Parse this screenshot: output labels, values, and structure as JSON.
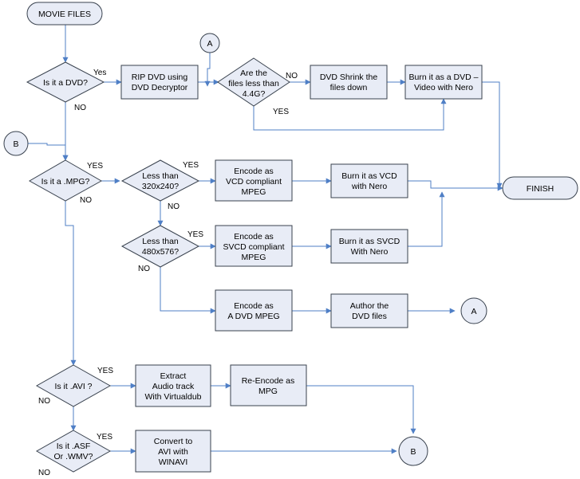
{
  "colors": {
    "fill": "#e8ecf6",
    "stroke": "#39424e",
    "arrow": "#4f7fc6"
  },
  "nodes": {
    "movie_files": "MOVIE FILES",
    "is_dvd": "Is it a DVD?",
    "rip_dvd": [
      "RIP DVD using",
      "DVD Decryptor"
    ],
    "connector_a_top": "A",
    "files_less": [
      "Are the",
      "files less than",
      "4.4G?"
    ],
    "dvd_shrink": [
      "DVD Shrink the",
      "files down"
    ],
    "burn_dvd": [
      "Burn it as a DVD –",
      "Video with Nero"
    ],
    "connector_b_left": "B",
    "is_mpg": "Is it a  .MPG?",
    "less_320": [
      "Less than",
      "320x240?"
    ],
    "encode_vcd": [
      "Encode as",
      "VCD compliant",
      "MPEG"
    ],
    "burn_vcd": [
      "Burn it as VCD",
      "with Nero"
    ],
    "finish": "FINISH",
    "less_480": [
      "Less than",
      "480x576?"
    ],
    "encode_svcd": [
      "Encode as",
      "SVCD compliant",
      "MPEG"
    ],
    "burn_svcd": [
      "Burn it as SVCD",
      "With Nero"
    ],
    "encode_dvd": [
      "Encode as",
      "A DVD MPEG"
    ],
    "author_dvd": [
      "Author the",
      "DVD files"
    ],
    "connector_a_right": "A",
    "is_avi": "Is it  .AVI ?",
    "extract_audio": [
      "Extract",
      "Audio track",
      "With Virtualdub"
    ],
    "reencode_mpg": [
      "Re-Encode as",
      "MPG"
    ],
    "is_asf": [
      "Is it .ASF",
      "Or .WMV?"
    ],
    "convert_avi": [
      "Convert to",
      "AVI with",
      "WINAVI"
    ],
    "connector_b_bottom": "B"
  },
  "edge_labels": {
    "dvd_yes": "Yes",
    "dvd_no": "NO",
    "files_no": "NO",
    "files_yes": "YES",
    "mpg_yes": "YES",
    "mpg_no": "NO",
    "less320_yes": "YES",
    "less320_no": "NO",
    "less480_yes": "YES",
    "less480_no": "NO",
    "avi_yes": "YES",
    "avi_no": "NO",
    "asf_yes": "YES",
    "asf_no": "NO"
  }
}
